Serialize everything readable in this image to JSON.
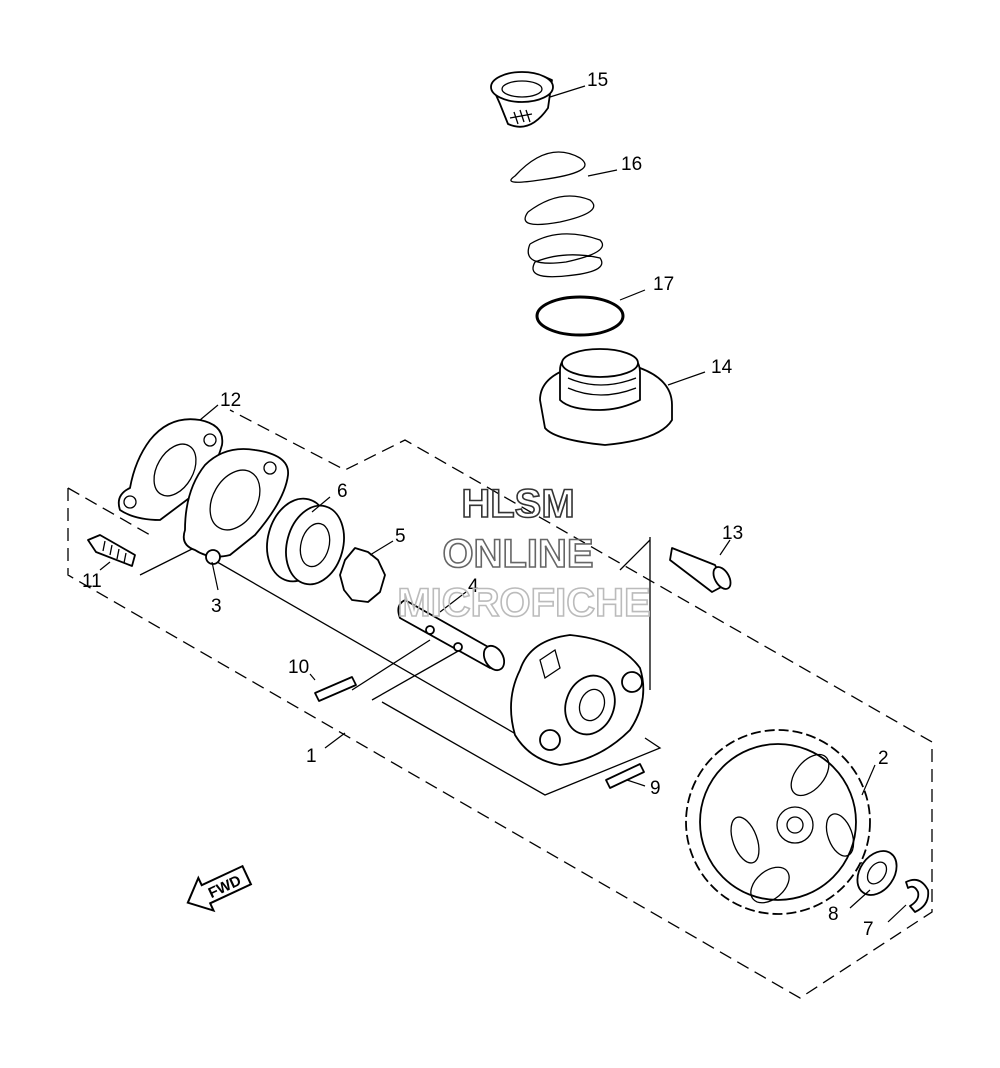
{
  "watermark": {
    "line1": "HLSM",
    "line2": "ONLINE",
    "line3": "MICROFICHE"
  },
  "fwd_label": "FWD",
  "callouts": {
    "c1": "1",
    "c2": "2",
    "c3": "3",
    "c4": "4",
    "c5": "5",
    "c6": "6",
    "c7": "7",
    "c8": "8",
    "c9": "9",
    "c10": "10",
    "c11": "11",
    "c12": "12",
    "c13": "13",
    "c14": "14",
    "c15": "15",
    "c16": "16",
    "c17": "17"
  }
}
